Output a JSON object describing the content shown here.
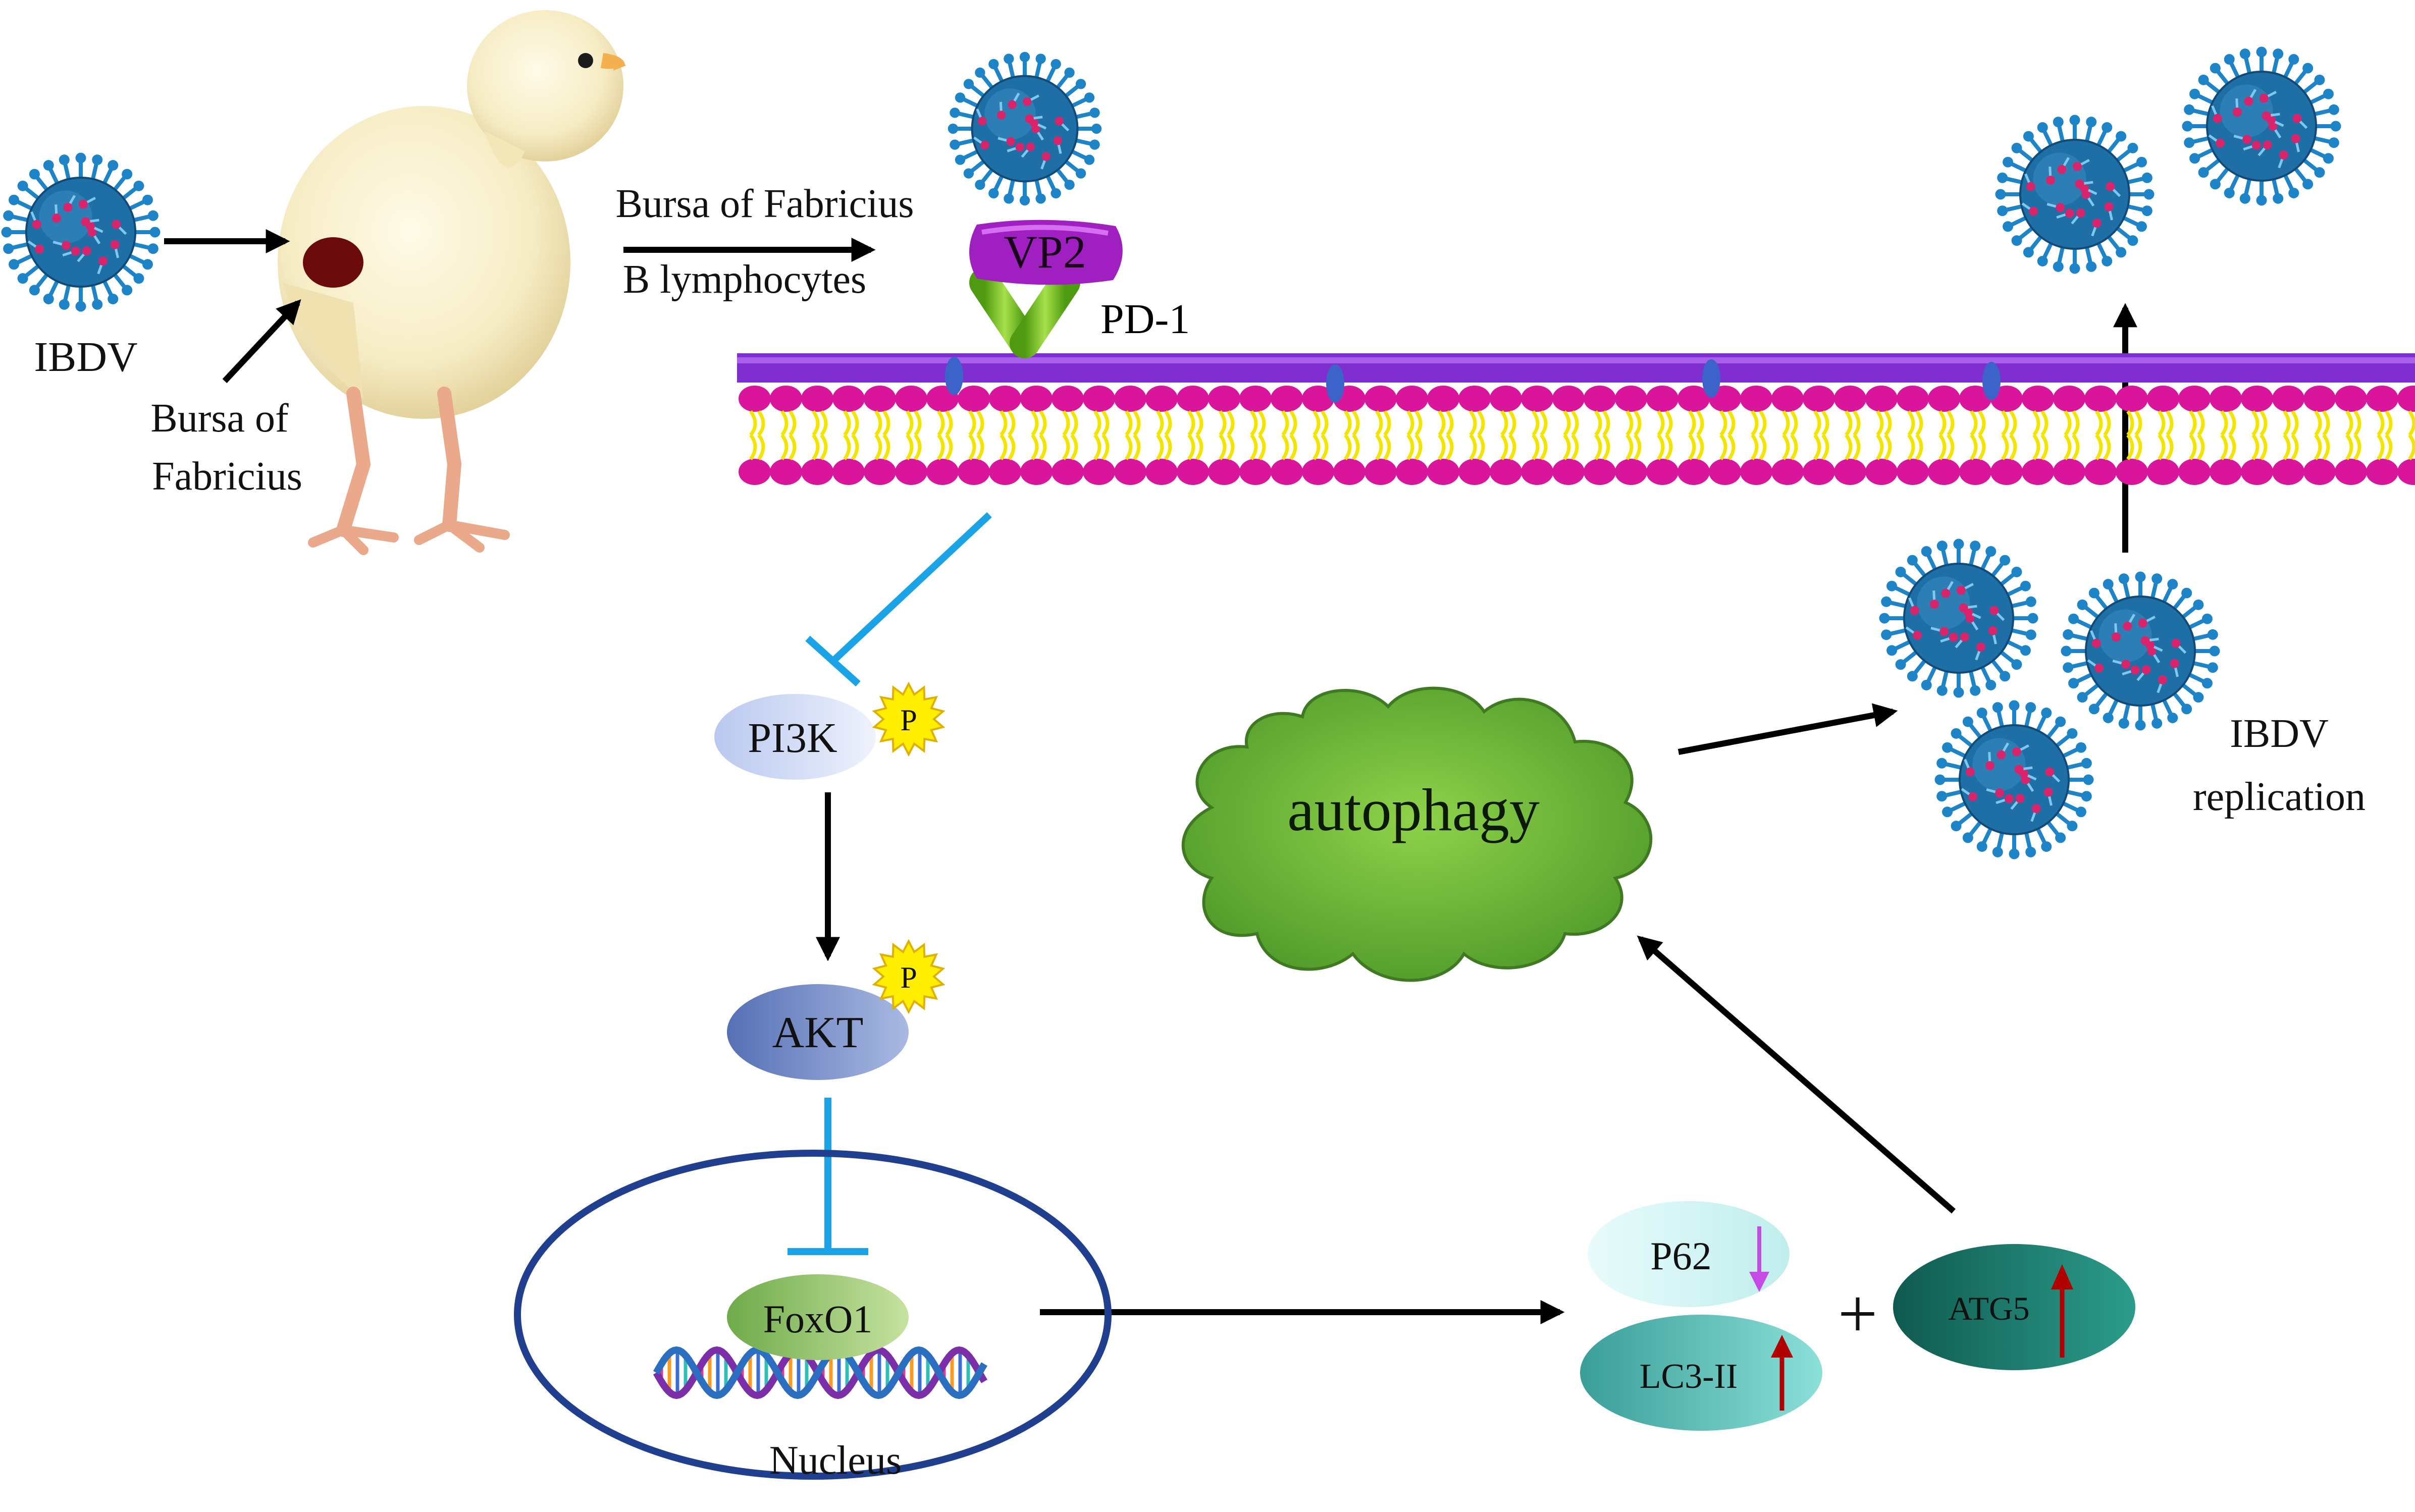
{
  "labels": {
    "ibdv": "IBDV",
    "bursa_arrow_line1": "Bursa of",
    "bursa_arrow_line2": "Fabricius",
    "route_line1": "Bursa of Fabricius",
    "route_line2": "B lymphocytes",
    "vp2": "VP2",
    "pd1": "PD-1",
    "pi3k": "PI3K",
    "akt": "AKT",
    "phospho": "P",
    "foxo1": "FoxO1",
    "nucleus": "Nucleus",
    "autophagy": "autophagy",
    "replication_line1": "IBDV",
    "replication_line2": "replication",
    "p62": "P62",
    "lc3": "LC3-II",
    "atg5": "ATG5",
    "plus": "+"
  },
  "colors": {
    "virus_body": "#1e6fa6",
    "virus_spike": "#1d84c8",
    "virus_dot": "#d8246a",
    "membrane_head": "#d9159b",
    "membrane_tail": "#f2e600",
    "membrane_top": "#8b2bd6",
    "vp2": "#a21fc0",
    "pd1": "#6fbf1f",
    "inhibit": "#1aa3e6",
    "pi3k": "#c9d4f2",
    "akt": "#6b84c0",
    "foxo1": "#8dc35f",
    "nucleus": "#203f8f",
    "autophagy": "#6cb032",
    "p62": "#d4f6f5",
    "lc3": "#4fbab2",
    "atg5": "#146e62",
    "up_arrow": "#b00000",
    "down_arrow": "#c54ae6",
    "phospho_star": "#ffee00"
  },
  "icons": {
    "virus": "virus-particle-icon",
    "chick": "chick-illustration",
    "membrane": "lipid-bilayer",
    "dna": "dna-helix-icon"
  }
}
